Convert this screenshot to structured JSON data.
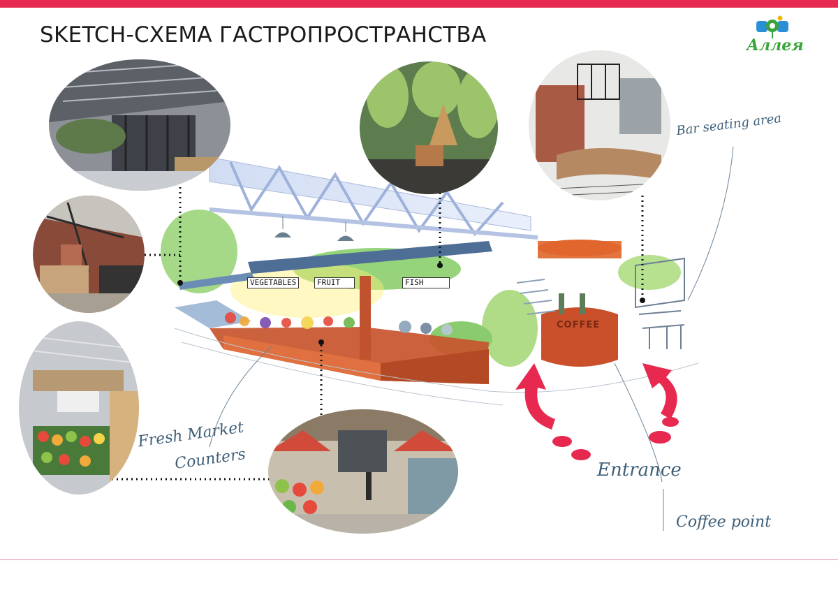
{
  "page": {
    "title": "SKETCH-СХЕМА ГАСТРОПРОСТРАНСТВА"
  },
  "logo": {
    "text": "Аллея",
    "colors": {
      "green": "#3aa43a",
      "blue": "#2b8fd6",
      "pink": "#e8294f"
    }
  },
  "sketch": {
    "signs": {
      "vegetables": "VEGETABLES",
      "fruit": "FRUIT",
      "fish": "FISH",
      "coffee": "COFFEE"
    }
  },
  "annotations": {
    "fresh_market": [
      "Fresh Market",
      "Counters"
    ],
    "bar_seating": "Bar seating area",
    "entrance": "Entrance",
    "coffee_point": "Coffee point"
  },
  "photos": [
    {
      "name": "glass-pavilion-photo"
    },
    {
      "name": "brick-hall-counter-photo"
    },
    {
      "name": "market-stalls-overview-photo"
    },
    {
      "name": "hanging-greenery-photo"
    },
    {
      "name": "bar-counter-sketch-photo"
    },
    {
      "name": "market-aisle-photo"
    }
  ],
  "theme": {
    "accent": "#e8294f",
    "ink": "#3f5f78"
  }
}
